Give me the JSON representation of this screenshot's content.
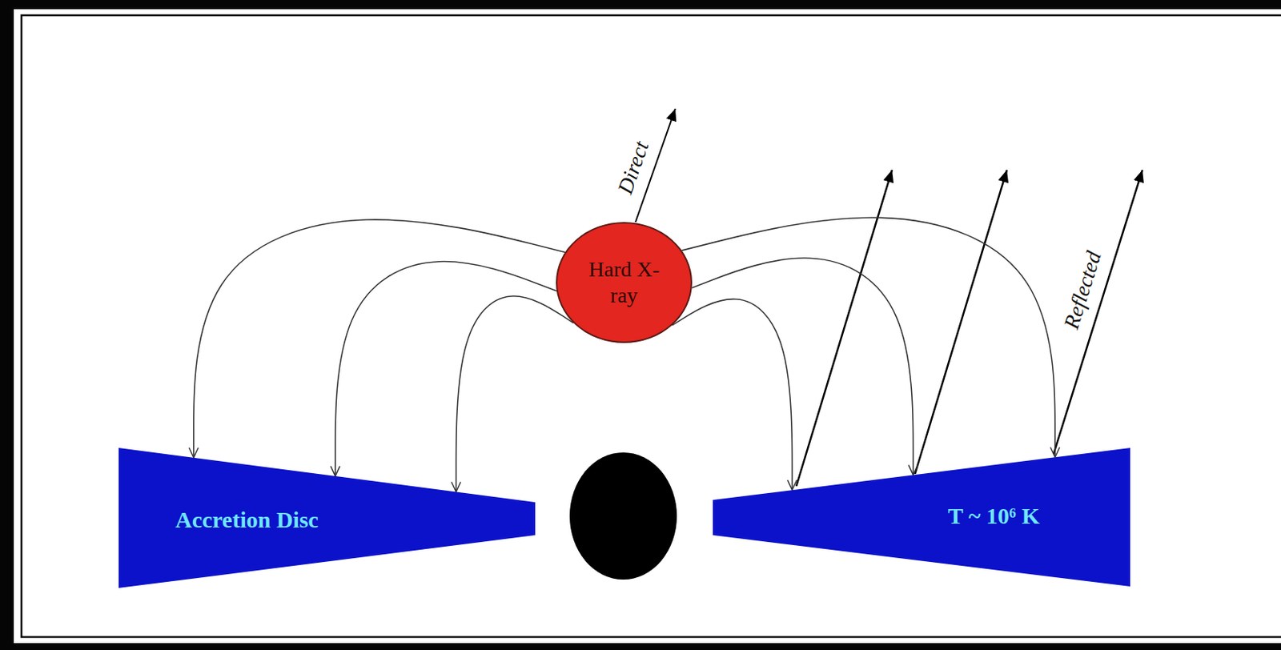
{
  "diagram": {
    "nodes": [
      {
        "text": [
          "Hard X-ray"
        ]
      },
      {
        "text": [
          "Accretion Disc"
        ]
      },
      {
        "text": [
          "T ~ 10⁶ K"
        ]
      }
    ],
    "edges": [
      {
        "from": 0,
        "to": 1,
        "arrow": "to"
      },
      {
        "from": 0,
        "to": 1,
        "arrow": "to"
      },
      {
        "from": 0,
        "to": 1,
        "arrow": "to"
      },
      {
        "from": 0,
        "to": 2,
        "arrow": "to"
      },
      {
        "from": 0,
        "to": 2,
        "arrow": "to"
      },
      {
        "from": 0,
        "to": 2,
        "arrow": "to"
      }
    ],
    "labels": [
      "Direct",
      "Reflected"
    ]
  }
}
